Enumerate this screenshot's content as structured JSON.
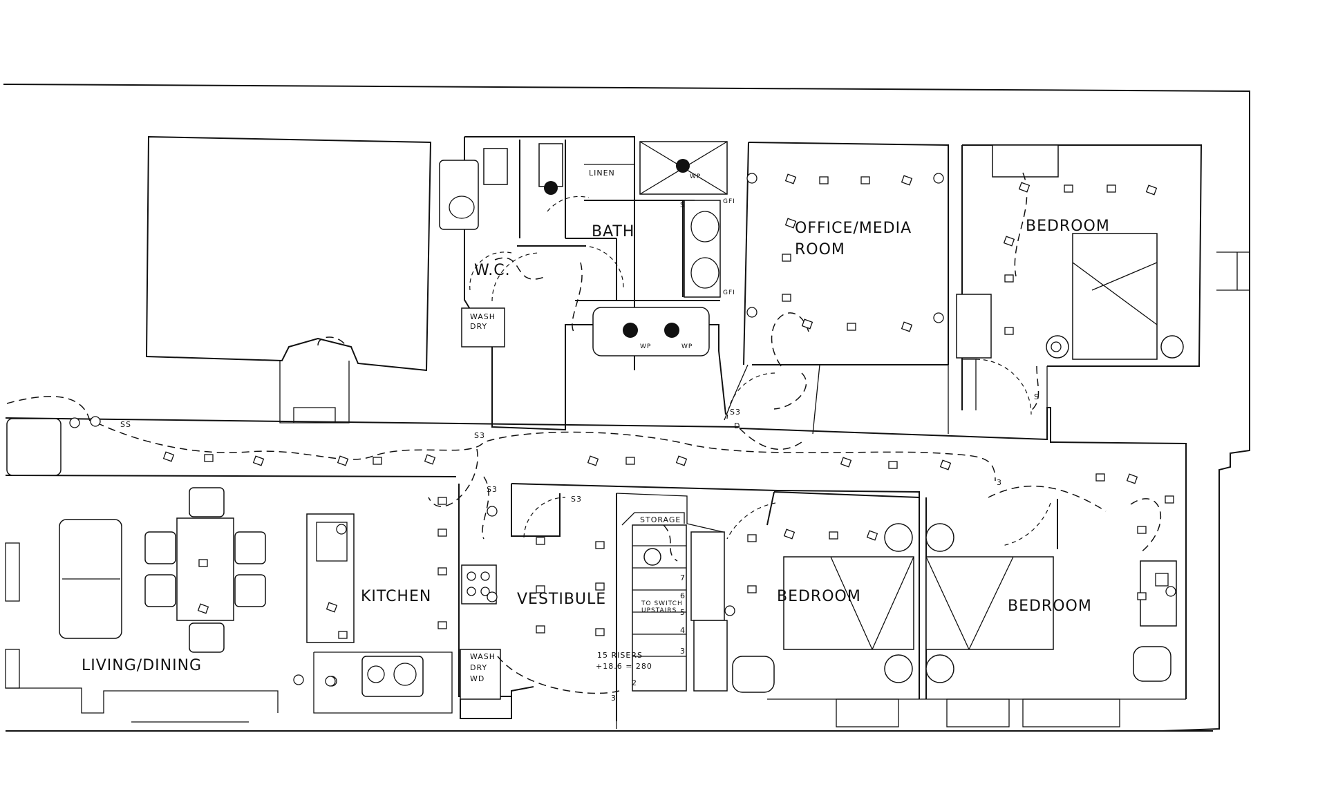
{
  "rooms": {
    "office": {
      "line1": "OFFICE/MEDIA",
      "line2": "ROOM"
    },
    "bedroom_ne": "BEDROOM",
    "bath": "BATH",
    "wc": "W.C.",
    "linen": "LINEN",
    "kitchen": "KITCHEN",
    "vestibule": "VESTIBULE",
    "bedroom_sc": "BEDROOM",
    "bedroom_se": "BEDROOM",
    "living": "LIVING/DINING",
    "storage": "STORAGE"
  },
  "fixtures": {
    "wash_dry_north": {
      "line1": "WASH",
      "line2": "DRY"
    },
    "wash_dry_south": {
      "line1": "WASH",
      "line2": "DRY",
      "line3": "WD"
    }
  },
  "notes": {
    "stair_switch": {
      "line1": "TO SWITCH",
      "line2": "UPSTAIRS"
    },
    "risers": {
      "line1": "15 RISERS",
      "line2": "+18.6 = 280"
    }
  },
  "symbols": {
    "gfi_top": "GFI",
    "gfi_bottom": "GFI",
    "wp1": "WP",
    "wp2": "WP",
    "wp3": "WP",
    "ss": "SS",
    "s3": "S3",
    "s3_living": "S3",
    "s3_bed": "3",
    "s_office": "S3",
    "s_bath": "S",
    "s_bedne": "S",
    "d_office": "D",
    "ss_vest": "S3"
  },
  "stairs": [
    "7",
    "6",
    "5",
    "4",
    "3",
    "2"
  ],
  "stair_bottom": "3"
}
